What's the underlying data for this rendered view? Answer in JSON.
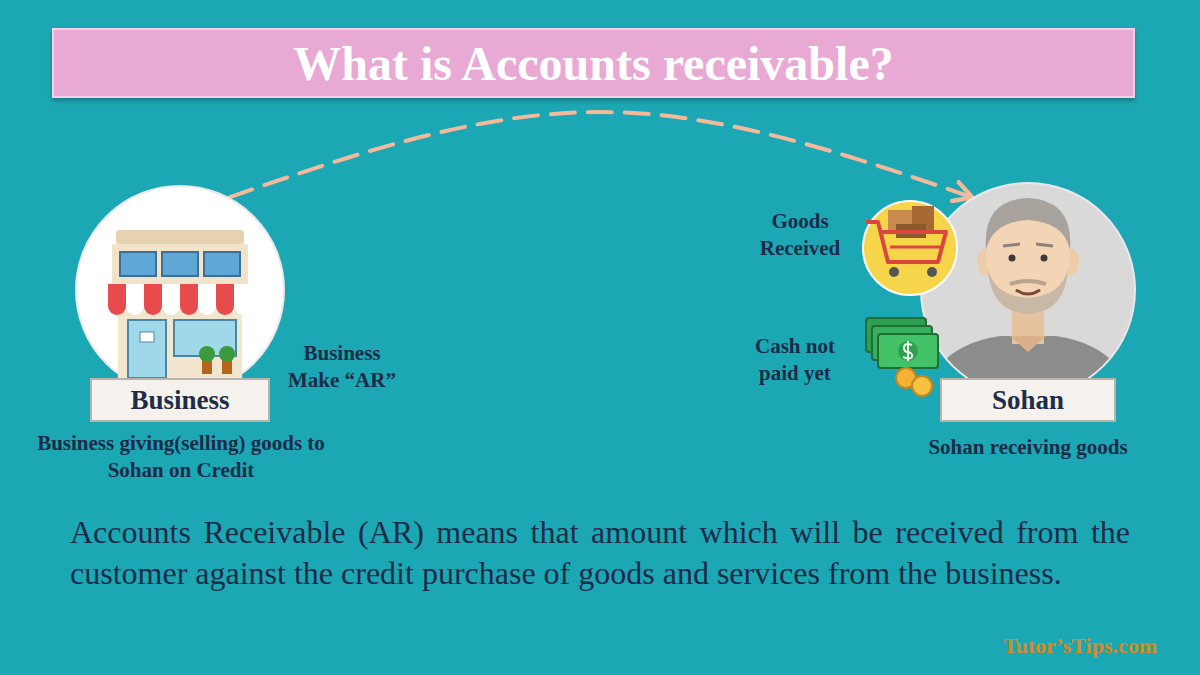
{
  "diagram": {
    "title": "What is Accounts receivable?",
    "caption": "Accounts Receivable (AR) means that amount which will be received from the customer against the credit purchase of goods and services from the business.",
    "nodes": [
      {
        "text": [
          "Business"
        ]
      },
      {
        "text": [
          "Sohan"
        ]
      }
    ],
    "edges": [
      {
        "from": 0,
        "to": 1,
        "arrow": "to"
      }
    ],
    "labels": [
      "Goods Received",
      "Business Make “AR”",
      "Cash not paid yet",
      "Business giving(selling) goods to Sohan on Credit",
      "Sohan receiving goods",
      "Tutor’sTips.com"
    ]
  }
}
